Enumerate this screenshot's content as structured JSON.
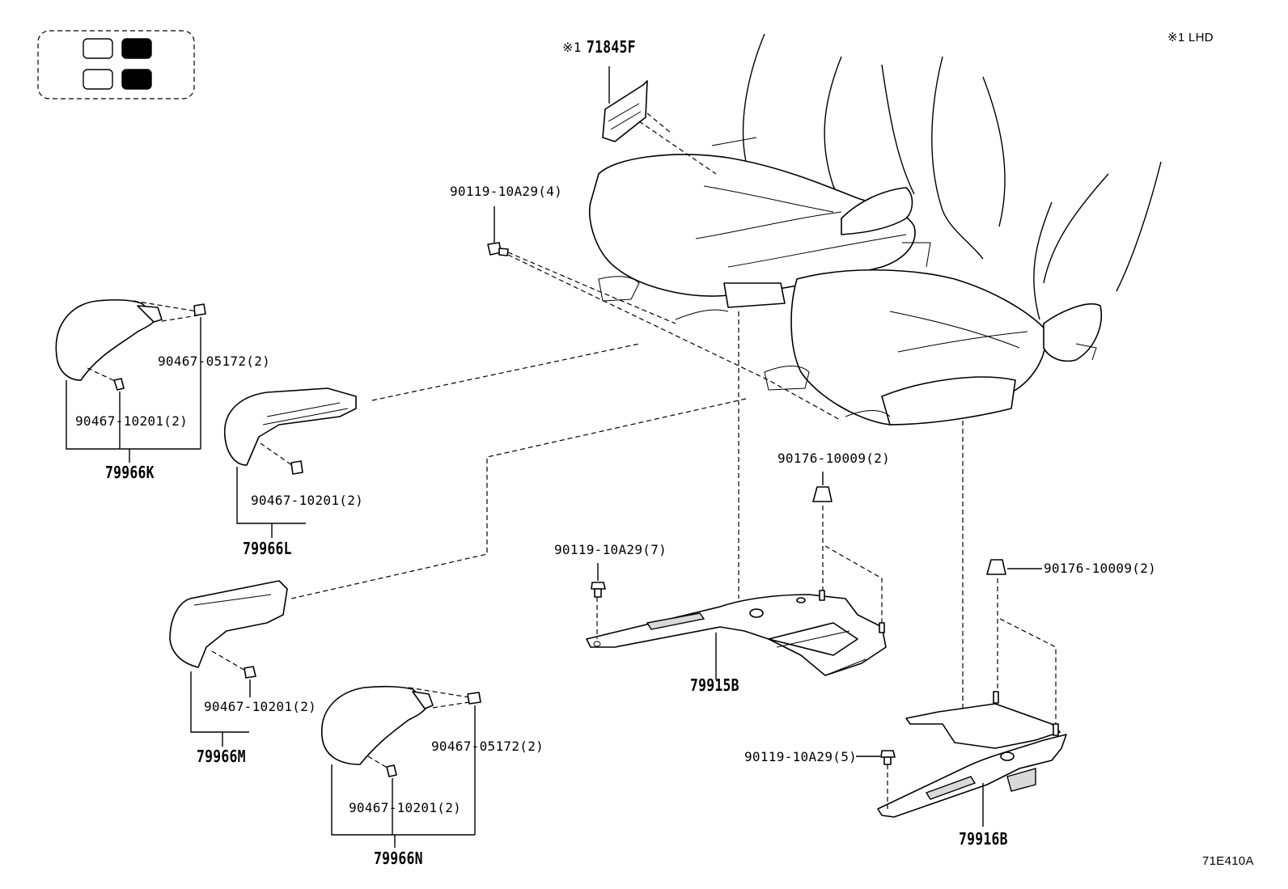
{
  "labels": {
    "note_lhd": "※1 LHD",
    "figure_code": "71E410A",
    "mark_71845F": "※1",
    "part_71845F": "71845F",
    "bolt_top": "90119-10A29(4)",
    "clip_k_upper": "90467-05172(2)",
    "clip_k_lower": "90467-10201(2)",
    "part_79966K": "79966K",
    "clip_l": "90467-10201(2)",
    "part_79966L": "79966L",
    "clip_m": "90467-10201(2)",
    "part_79966M": "79966M",
    "clip_n_upper": "90467-05172(2)",
    "clip_n_lower": "90467-10201(2)",
    "part_79966N": "79966N",
    "nut_center": "90176-10009(2)",
    "bolt_center": "90119-10A29(7)",
    "part_79915B": "79915B",
    "nut_right": "90176-10009(2)",
    "bolt_right": "90119-10A29(5)",
    "part_79916B": "79916B"
  },
  "legend": {
    "cells": [
      "outline",
      "filled",
      "outline",
      "filled"
    ],
    "colors": {
      "outline": "#ffffff",
      "filled": "#000000"
    }
  }
}
